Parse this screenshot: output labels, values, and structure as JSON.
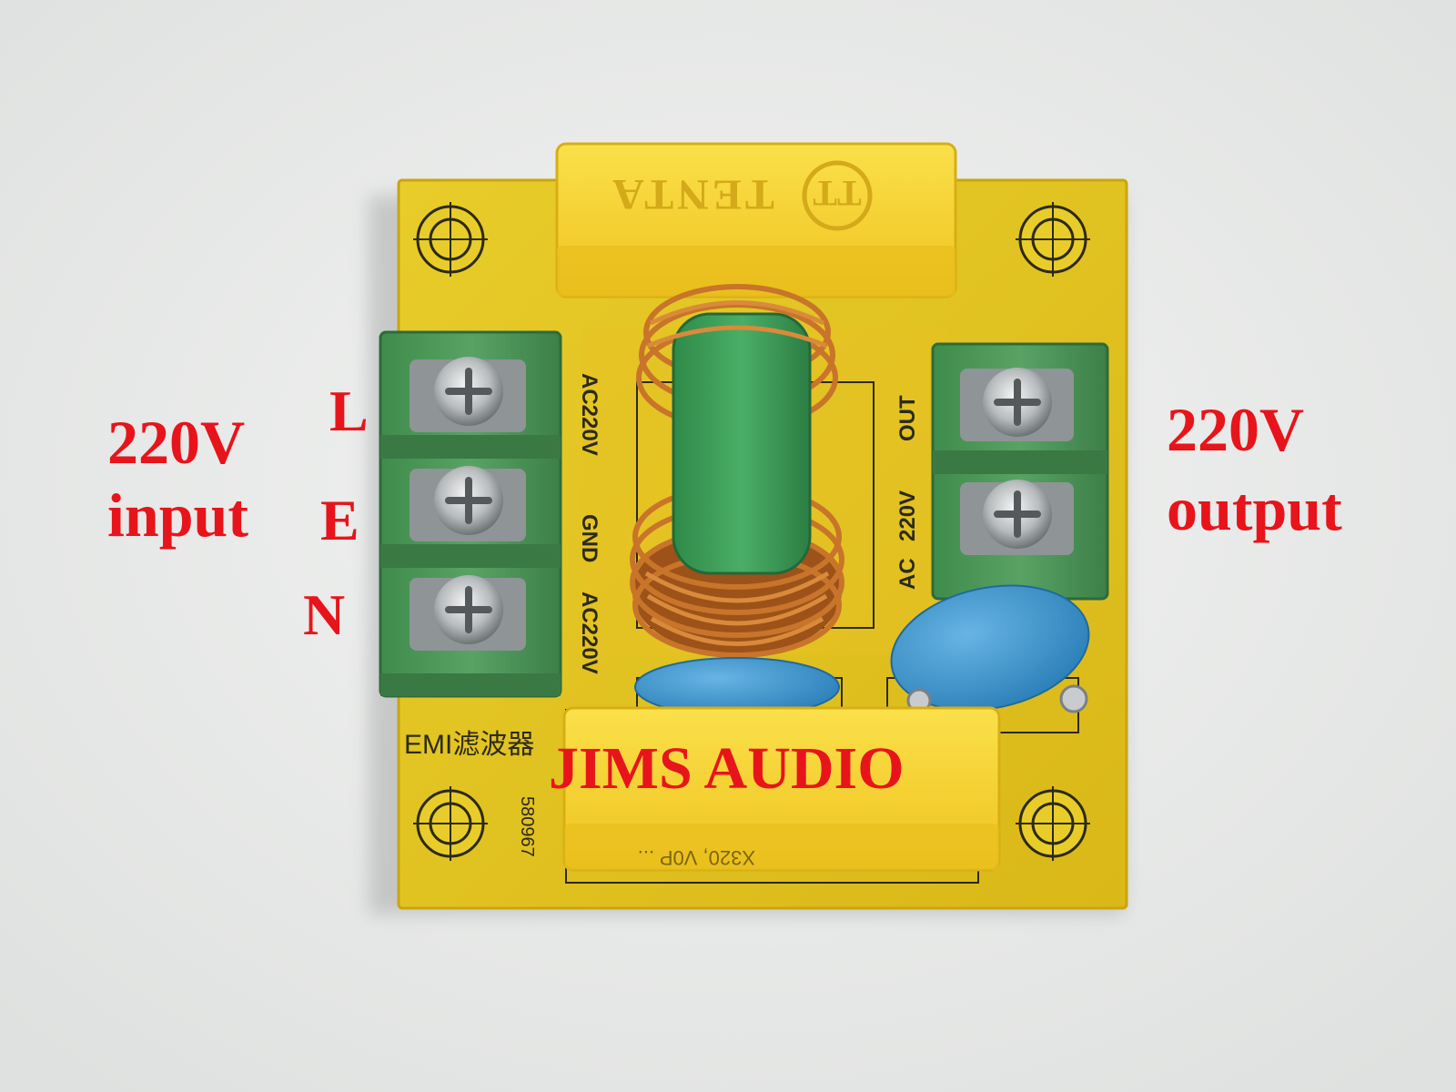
{
  "callouts": {
    "input_voltage": "220V",
    "input_word": "input",
    "output_voltage": "220V",
    "output_word": "output",
    "pin_l": "L",
    "pin_e": "E",
    "pin_n": "N",
    "watermark": "JIMS AUDIO"
  },
  "pcb_silkscreen": {
    "board_name": "EMI滤波器",
    "part_number": "580967",
    "input_label_1": "AC220V",
    "input_label_2": "GND",
    "input_label_3": "AC220V",
    "output_label_1": "OUT",
    "output_label_2": "220V",
    "output_label_3": "AC"
  },
  "components": {
    "top_capacitor_brand": "TENTA",
    "bottom_capacitor_marking": "X320, V0P ..."
  },
  "colors": {
    "background": "#e9ebea",
    "pcb": "#e2c41e",
    "capacitor_x": "#f6d22a",
    "terminal_block": "#4f8f57",
    "inductor_core": "#3b9a56",
    "copper_wire": "#b8651d",
    "ceramic_cap": "#3b93cc",
    "callout_text": "#e8141b"
  },
  "icons": {
    "mounting_hole": "crosshair-circle-icon",
    "screw": "phillips-screw-icon",
    "brand_logo": "tt-circle-logo-icon"
  }
}
